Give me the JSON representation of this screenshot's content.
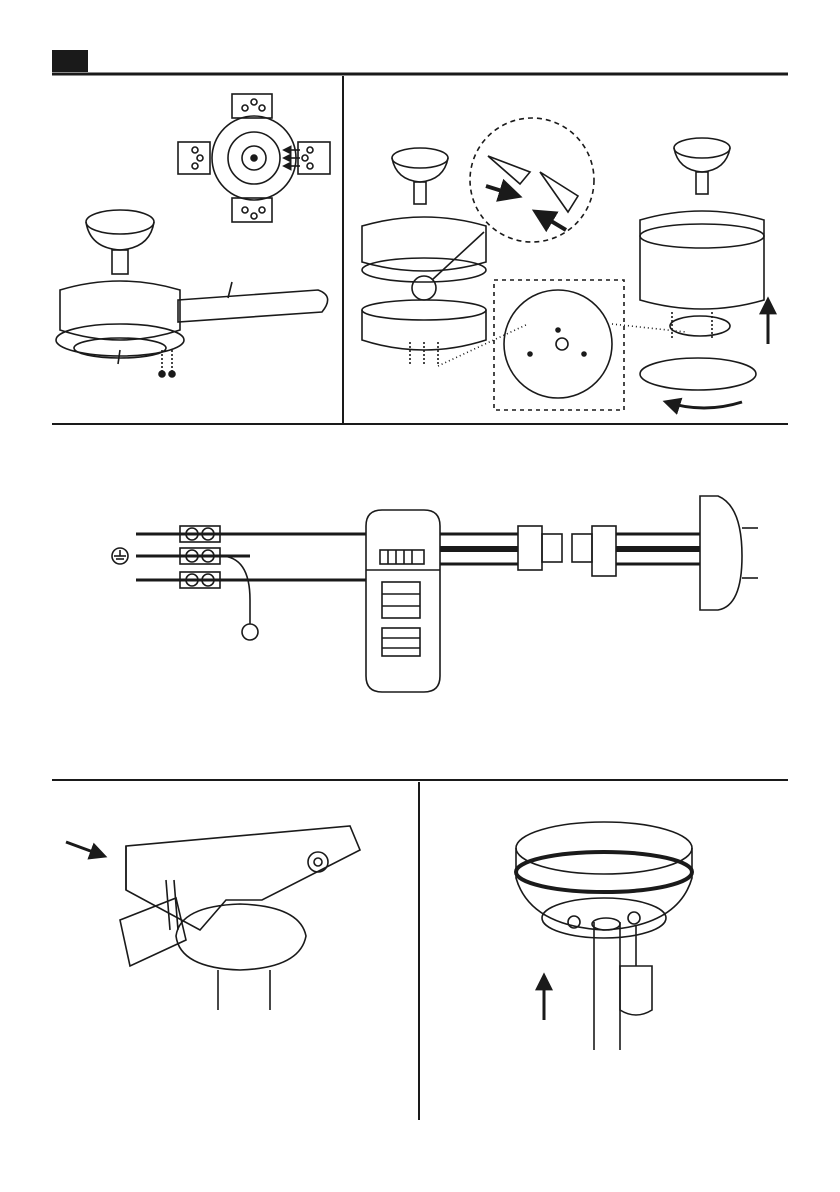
{
  "page": {
    "header_tab_color": "#1a1a1a",
    "line_color": "#1a1a1a"
  },
  "panels": [
    {
      "id": "blade-attachment",
      "description_icons": [
        "fan-motor-icon",
        "blade-icon",
        "screw-icon",
        "blade-bracket-icon"
      ]
    },
    {
      "id": "light-kit-assembly",
      "description_icons": [
        "connector-icon",
        "light-housing-icon",
        "glass-dome-icon",
        "arrow-up-icon",
        "rotate-arrow-icon"
      ]
    },
    {
      "id": "wiring-diagram",
      "description_icons": [
        "ground-symbol-icon",
        "terminal-block-icon",
        "receiver-icon",
        "plug-connector-icon",
        "canopy-icon"
      ]
    },
    {
      "id": "mount-bracket",
      "description_icons": [
        "hanging-bracket-icon",
        "arrow-icon",
        "ball-mount-icon"
      ]
    },
    {
      "id": "canopy-fixing",
      "description_icons": [
        "canopy-icon",
        "screwdriver-icon",
        "arrow-up-icon"
      ]
    }
  ]
}
